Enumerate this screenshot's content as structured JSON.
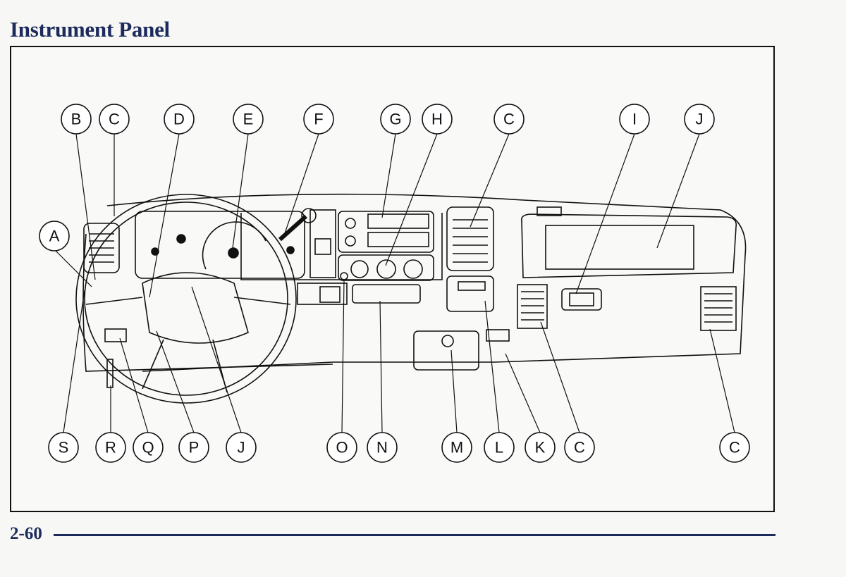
{
  "header": {
    "title": "Instrument Panel"
  },
  "diagram": {
    "top_callouts": [
      "B",
      "C",
      "D",
      "E",
      "F",
      "G",
      "H",
      "C",
      "I",
      "J"
    ],
    "side_callouts": [
      "A"
    ],
    "bottom_callouts": [
      "S",
      "R",
      "Q",
      "P",
      "J",
      "O",
      "N",
      "M",
      "L",
      "K",
      "C",
      "C"
    ]
  },
  "footer": {
    "page_number": "2-60"
  },
  "colors": {
    "title": "#1d2a5c",
    "line_art": "#111111",
    "paper": "#f7f7f5"
  }
}
